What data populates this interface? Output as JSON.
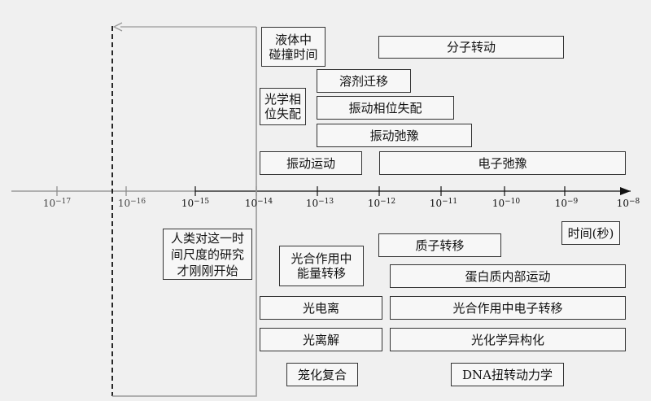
{
  "axis": {
    "unit_label": "时间(秒)",
    "ticks": [
      {
        "base": "10",
        "exp": "−17"
      },
      {
        "base": "10",
        "exp": "−16"
      },
      {
        "base": "10",
        "exp": "−15"
      },
      {
        "base": "10",
        "exp": "−14"
      },
      {
        "base": "10",
        "exp": "−13"
      },
      {
        "base": "10",
        "exp": "−12"
      },
      {
        "base": "10",
        "exp": "−11"
      },
      {
        "base": "10",
        "exp": "−10"
      },
      {
        "base": "10",
        "exp": "−9"
      },
      {
        "base": "10",
        "exp": "−8"
      }
    ]
  },
  "processes": {
    "collision_time": "液体中\n碰撞时间",
    "molecular_rotation": "分子转动",
    "solvent_migration": "溶剂迁移",
    "optical_phase_mismatch": "光学相\n位失配",
    "vibrational_phase_mismatch": "振动相位失配",
    "vibrational_relaxation": "振动弛豫",
    "vibrational_motion": "振动运动",
    "electronic_relaxation": "电子弛豫",
    "proton_transfer": "质子转移",
    "photosynthesis_energy_transfer": "光合作用中\n能量转移",
    "protein_internal_motion": "蛋白质内部运动",
    "photoionization": "光电离",
    "photosynthesis_electron_transfer": "光合作用中电子转移",
    "photodissociation": "光离解",
    "photoisomerization": "光化学异构化",
    "cage_recombination": "笼化复合",
    "dna_torsion_dynamics": "DNA扭转动力学",
    "human_research_start": "人类对这一时\n间尺度的研究\n才刚刚开始"
  }
}
